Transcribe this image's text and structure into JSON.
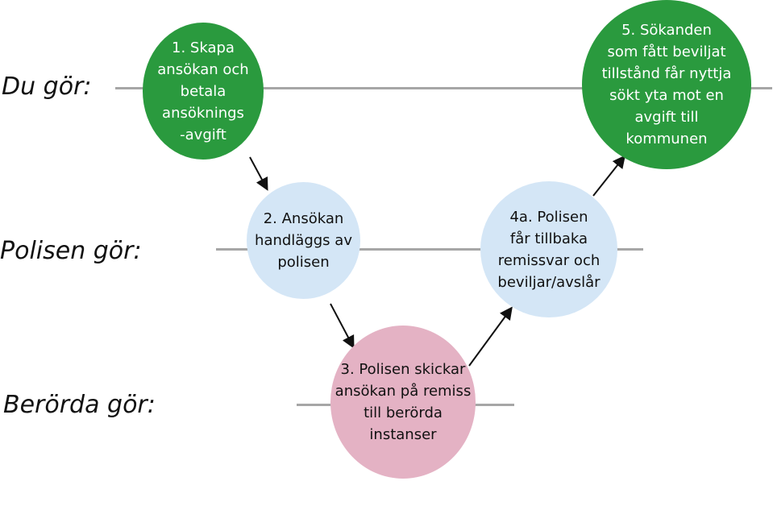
{
  "lanes": [
    {
      "label": "Du gör:"
    },
    {
      "label": "Polisen gör:"
    },
    {
      "label": "Berörda gör:"
    }
  ],
  "steps": [
    {
      "text": "1. Skapa\nansökan och\nbetala\nansöknings\n-avgift",
      "color": "#2a9a3e"
    },
    {
      "text": "2. Ansökan\nhandläggs av\npolisen",
      "color": "#d4e6f6"
    },
    {
      "text": "3. Polisen skickar\nansökan på remiss\ntill berörda\ninstanser",
      "color": "#e4b2c4"
    },
    {
      "text": "4a. Polisen\nfår tillbaka\nremissvar och\nbeviljar/avslår",
      "color": "#d4e6f6"
    },
    {
      "text": "5. Sökanden\nsom fått beviljat\ntillstånd får nyttja\nsökt yta mot en\navgift till\nkommunen",
      "color": "#2a9a3e"
    }
  ],
  "colors": {
    "line": "#a6a6a6",
    "arrow": "#111111"
  }
}
